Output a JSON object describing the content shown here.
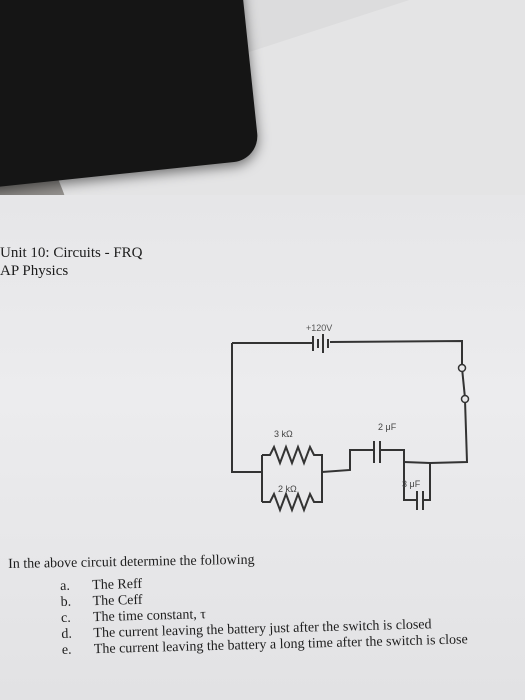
{
  "document": {
    "header_line1": "Unit 10: Circuits - FRQ",
    "header_line2": "AP Physics",
    "prompt": "In the above circuit determine the following",
    "questions": [
      {
        "letter": "a.",
        "text": "The Reff"
      },
      {
        "letter": "b.",
        "text": "The Ceff"
      },
      {
        "letter": "c.",
        "text": "The time constant, τ"
      },
      {
        "letter": "d.",
        "text": "The current leaving the battery just after the switch is closed"
      },
      {
        "letter": "e.",
        "text": "The current leaving the battery a long time after the switch is close"
      }
    ]
  },
  "circuit": {
    "battery_label": "+120V",
    "resistor1_label": "3 kΩ",
    "resistor2_label": "2 kΩ",
    "capacitor1_label": "2 μF",
    "capacitor2_label": "3 μF"
  }
}
